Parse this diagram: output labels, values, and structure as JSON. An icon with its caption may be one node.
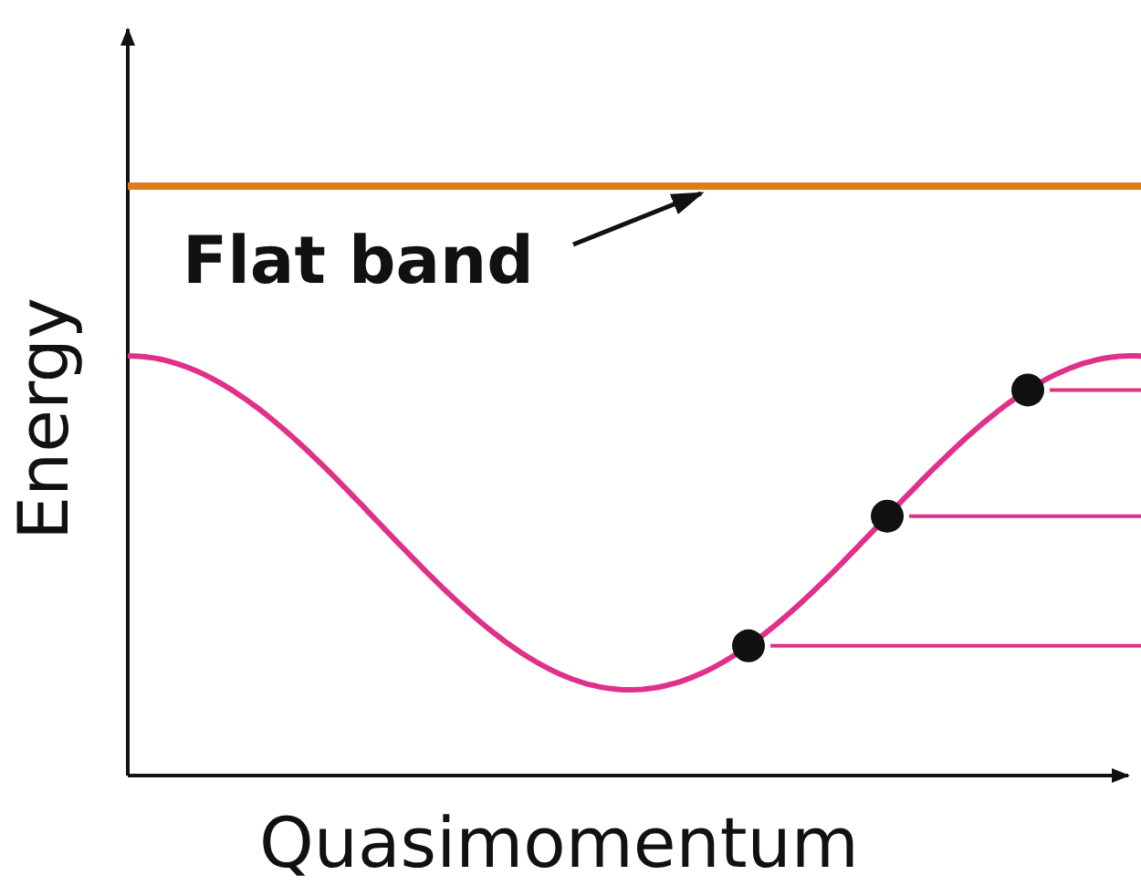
{
  "diagram": {
    "nodes": [
      {
        "text": [
          "Flat band"
        ]
      },
      {
        "text": [],
        "shape": "line"
      }
    ],
    "edges": [
      {
        "from": 0,
        "to": 1,
        "arrow": "to"
      }
    ],
    "labels": [
      "Energy",
      "Quasimomentum"
    ]
  }
}
